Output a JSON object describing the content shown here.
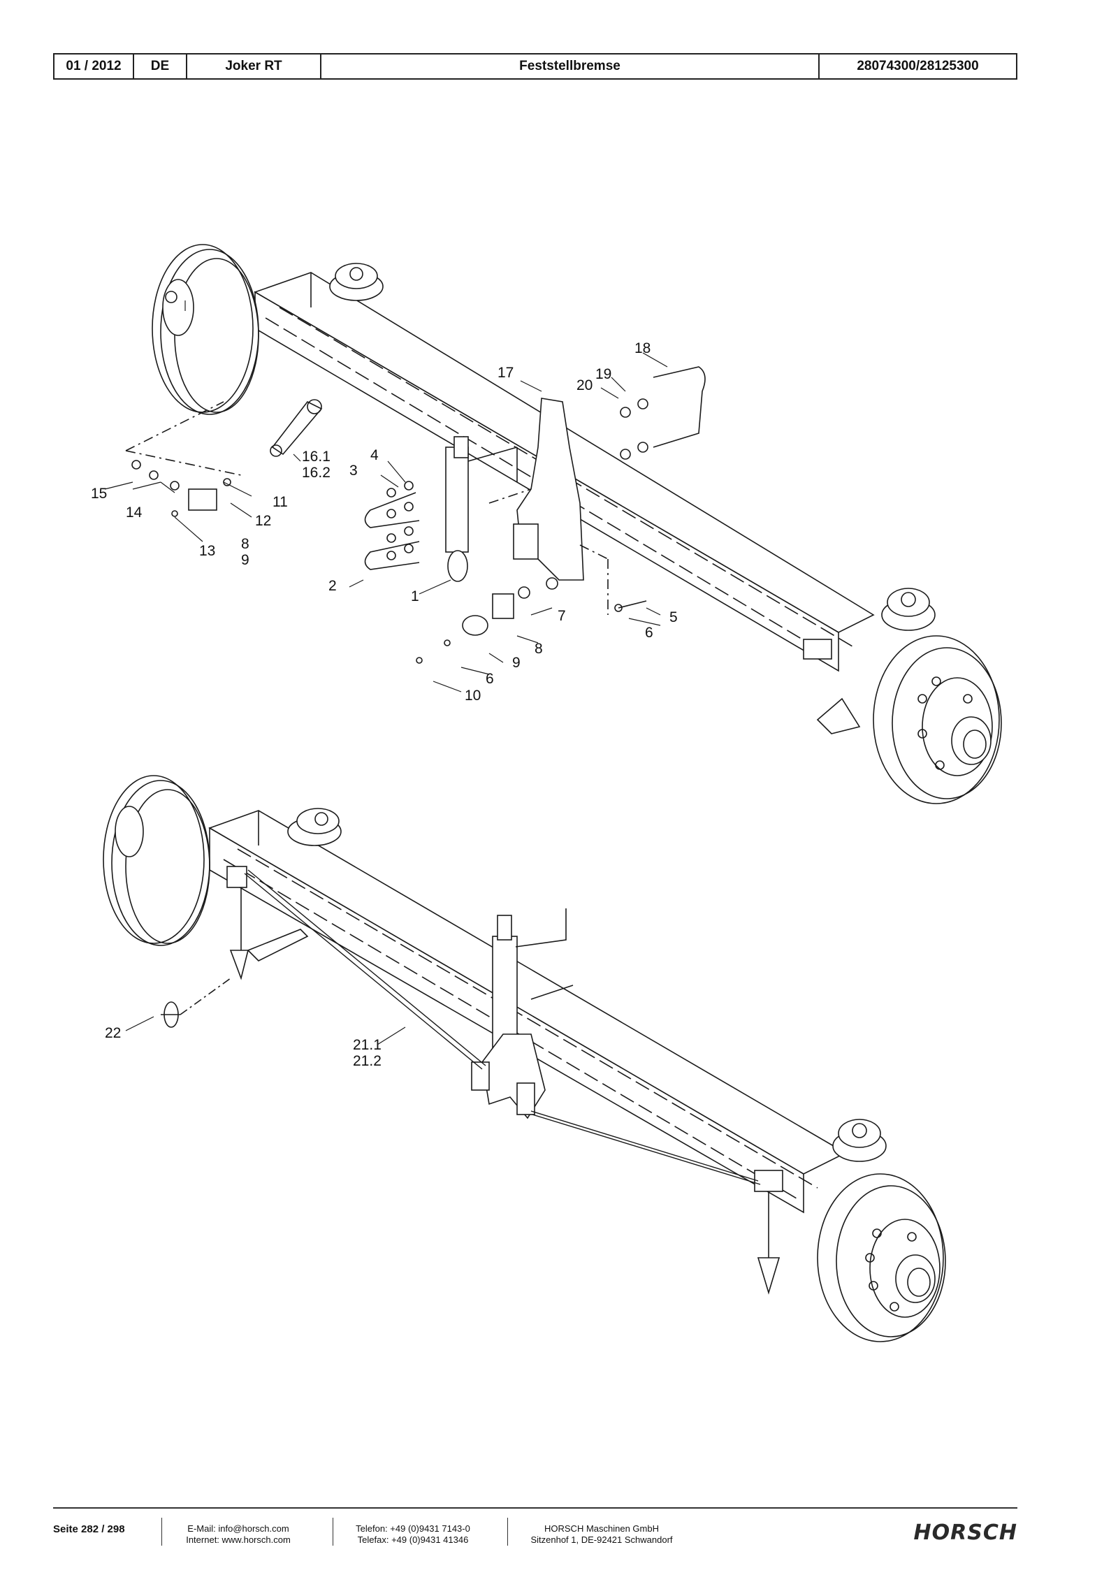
{
  "header": {
    "date": "01 / 2012",
    "language": "DE",
    "model": "Joker RT",
    "title": "Feststellbremse",
    "part_numbers": "28074300/28125300"
  },
  "callouts": {
    "c1": "1",
    "c2": "2",
    "c3": "3",
    "c4": "4",
    "c5": "5",
    "c6a": "6",
    "c6b": "6",
    "c7": "7",
    "c8a": "8",
    "c8b": "8",
    "c9a": "9",
    "c9b": "9",
    "c10": "10",
    "c11": "11",
    "c12": "12",
    "c13": "13",
    "c14": "14",
    "c15": "15",
    "c16_1": "16.1",
    "c16_2": "16.2",
    "c17": "17",
    "c18": "18",
    "c19": "19",
    "c20": "20",
    "c21_1": "21.1",
    "c21_2": "21.2",
    "c22": "22"
  },
  "footer": {
    "page": "Seite 282 / 298",
    "email": "E-Mail: info@horsch.com",
    "internet": "Internet: www.horsch.com",
    "phone": "Telefon: +49 (0)9431 7143-0",
    "fax": "Telefax: +49 (0)9431 41346",
    "company": "HORSCH Maschinen GmbH",
    "address": "Sitzenhof 1, DE-92421 Schwandorf",
    "logo": "HORSCH"
  }
}
